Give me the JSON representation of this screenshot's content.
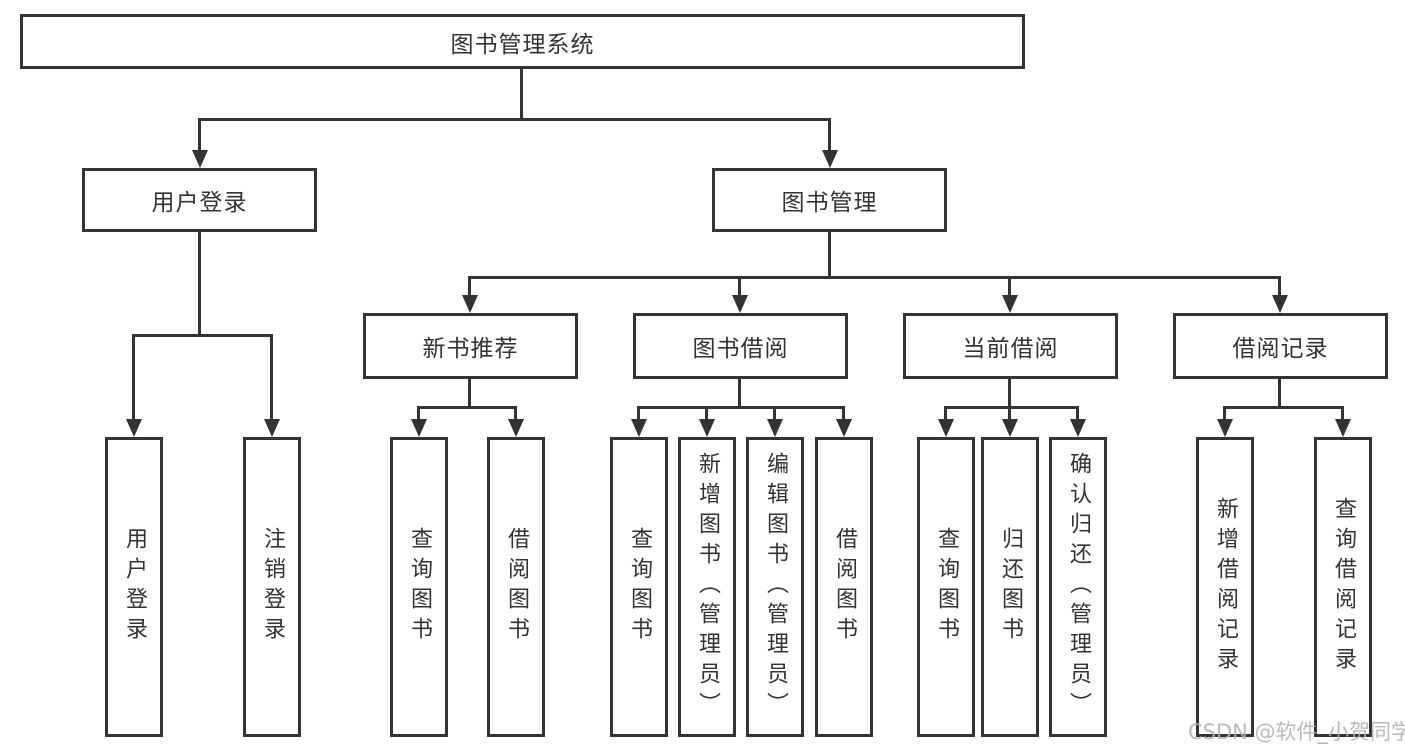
{
  "diagram": {
    "root": "图书管理系统",
    "branches": {
      "user_login": {
        "label": "用户登录",
        "children": [
          "用户登录",
          "注销登录"
        ]
      },
      "book_management": {
        "label": "图书管理"
      }
    },
    "modules": [
      {
        "label": "新书推荐",
        "children": [
          "查询图书",
          "借阅图书"
        ]
      },
      {
        "label": "图书借阅",
        "children": [
          "查询图书",
          "新增图书（管理员）",
          "编辑图书（管理员）",
          "借阅图书"
        ]
      },
      {
        "label": "当前借阅",
        "children": [
          "查询图书",
          "归还图书",
          "确认归还（管理员）"
        ]
      },
      {
        "label": "借阅记录",
        "children": [
          "新增借阅记录",
          "查询借阅记录"
        ]
      }
    ]
  },
  "watermark": "CSDN @软件_小贺同学",
  "colors": {
    "line": "#333333",
    "background": "#ffffff",
    "watermark": "#b3b3b3"
  }
}
